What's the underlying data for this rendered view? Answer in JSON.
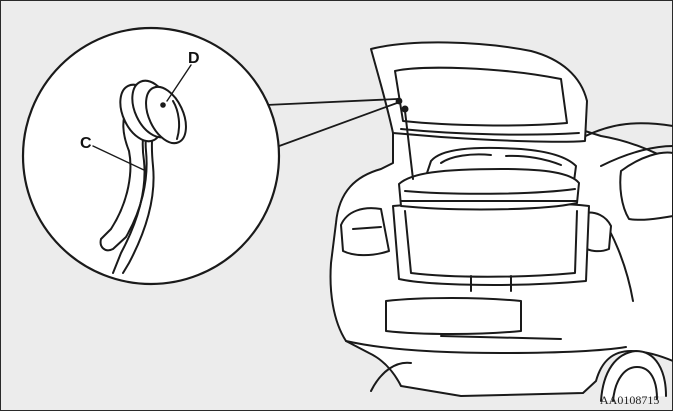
{
  "callouts": {
    "c": "C",
    "d": "D"
  },
  "figure_code": "AA0108715",
  "colors": {
    "background": "#ececec",
    "line": "#1a1a1a",
    "fill": "#ffffff"
  }
}
